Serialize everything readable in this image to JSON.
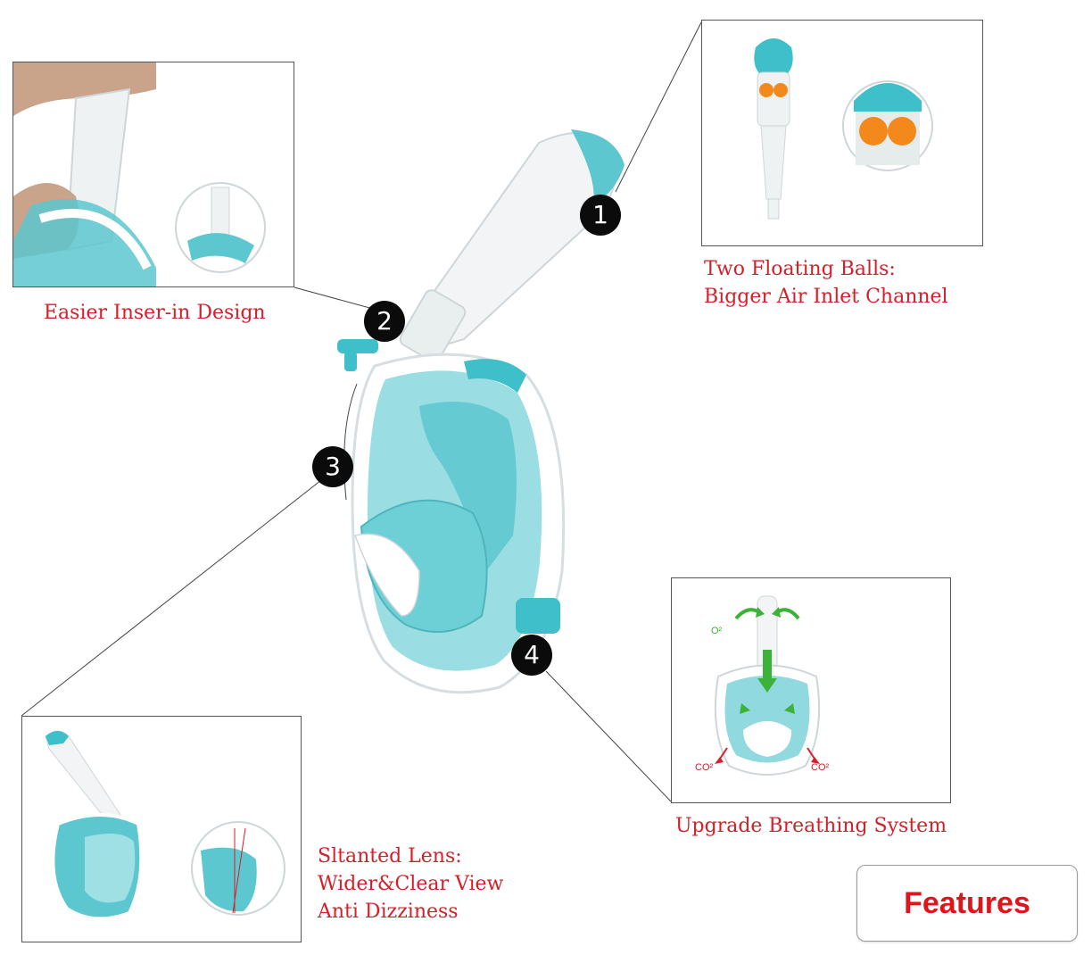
{
  "features": {
    "label": "Features"
  },
  "callouts": [
    {
      "number": "1",
      "lines": [
        "Two Floating Balls:",
        "Bigger Air Inlet Channel"
      ]
    },
    {
      "number": "2",
      "lines": [
        "Easier Inser-in Design"
      ]
    },
    {
      "number": "3",
      "lines": [
        "Sltanted Lens:",
        "Wider&Clear View",
        "Anti Dizziness"
      ]
    },
    {
      "number": "4",
      "lines": [
        "Upgrade Breathing System"
      ]
    }
  ],
  "breathing_diagram": {
    "o2_label": "O²",
    "co2_left": "CO²",
    "co2_right": "CO²"
  },
  "colors": {
    "accent_red": "#d3202a",
    "mask_teal": "#5cc7cf",
    "badge": "#0b0b0b"
  }
}
